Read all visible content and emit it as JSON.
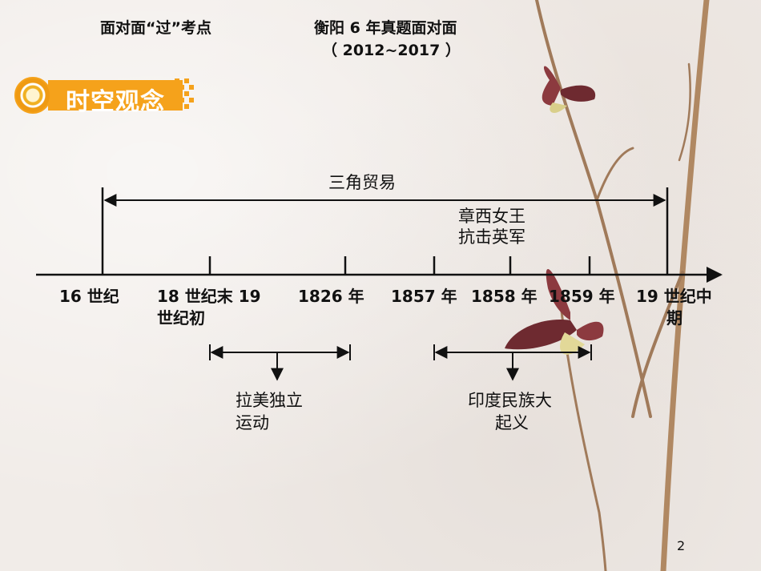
{
  "header": {
    "left": "面对面“过”考点",
    "right": "衡阳 6 年真题面对面",
    "years": "（ 2012~2017 ）"
  },
  "section": {
    "label": "时空观念"
  },
  "timeline": {
    "ticks": [
      {
        "line1": "16 世纪",
        "line2": ""
      },
      {
        "line1": "18 世纪末 19",
        "line2": "世纪初"
      },
      {
        "line1": "1826 年",
        "line2": ""
      },
      {
        "line1": "1857 年",
        "line2": ""
      },
      {
        "line1": "1858 年",
        "line2": ""
      },
      {
        "line1": "1859 年",
        "line2": ""
      },
      {
        "line1": "19 世纪中",
        "line2": "期"
      }
    ],
    "events": {
      "triangle_trade": "三角贸易",
      "queen_line1": "章西女王",
      "queen_line2": "抗击英军",
      "latin_line1": "拉美独立",
      "latin_line2": "运动",
      "india_line1": "印度民族大",
      "india_line2": "起义"
    }
  },
  "page_number": "2"
}
